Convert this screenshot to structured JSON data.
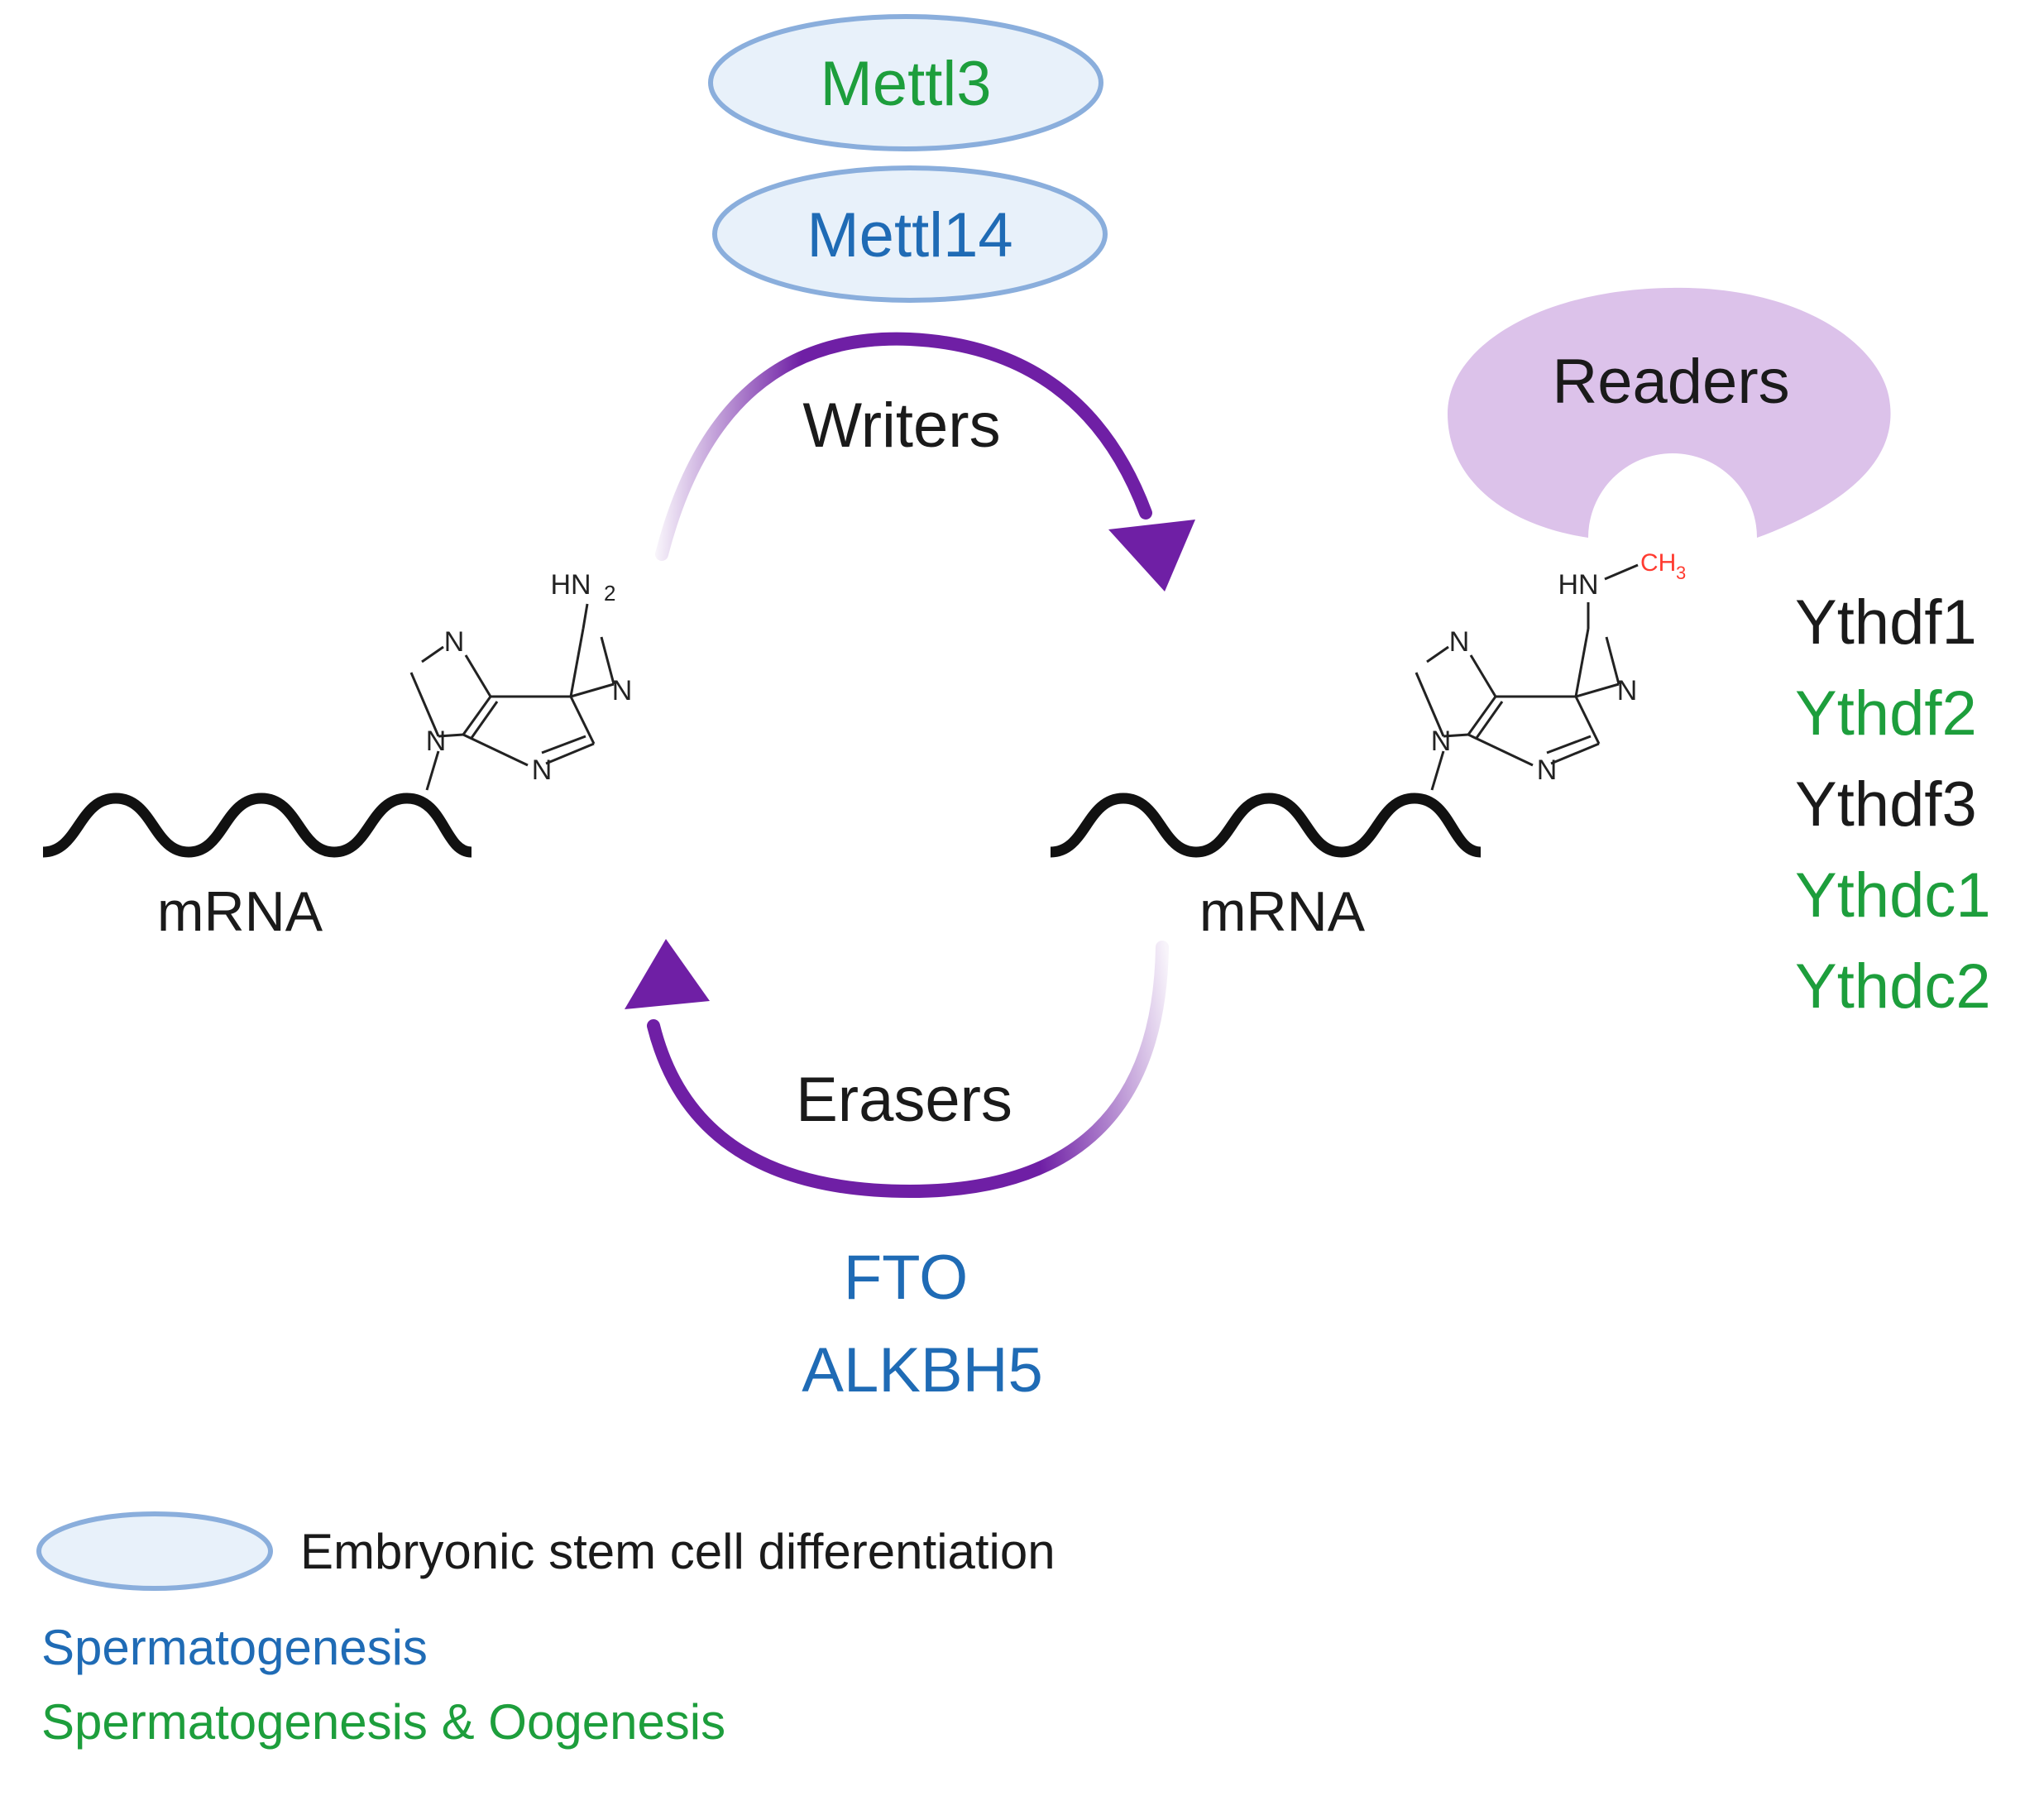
{
  "colors": {
    "blue": "#1f6bb5",
    "green": "#1d9e3c",
    "black": "#1a1a1a",
    "purple": "#6f1fa5",
    "reader_fill": "#dcc2ea",
    "oval_fill": "#e8f1fa",
    "oval_stroke": "#8aaedc",
    "methyl_red": "#ff3b30"
  },
  "writers": {
    "label": "Writers",
    "proteins": [
      {
        "name": "Mettl3",
        "color": "green",
        "oval": true
      },
      {
        "name": "Mettl14",
        "color": "blue",
        "oval": true
      }
    ]
  },
  "erasers": {
    "label": "Erasers",
    "proteins": [
      {
        "name": "FTO",
        "color": "blue"
      },
      {
        "name": "ALKBH5",
        "color": "blue"
      }
    ]
  },
  "readers": {
    "label": "Readers",
    "proteins": [
      {
        "name": "Ythdf1",
        "color": "black"
      },
      {
        "name": "Ythdf2",
        "color": "green"
      },
      {
        "name": "Ythdf3",
        "color": "black"
      },
      {
        "name": "Ythdc1",
        "color": "green"
      },
      {
        "name": "Ythdc2",
        "color": "green"
      }
    ]
  },
  "left_molecule": {
    "mrna_label": "mRNA",
    "amine": "HN",
    "amine_sub": "2",
    "ring_n": "N"
  },
  "right_molecule": {
    "mrna_label": "mRNA",
    "amine": "HN",
    "methyl": "CH",
    "methyl_sub": "3",
    "ring_n": "N"
  },
  "legend": {
    "oval_meaning": "Embryonic stem cell differentiation",
    "blue_meaning": "Spermatogenesis",
    "green_meaning": "Spermatogenesis & Oogenesis"
  }
}
